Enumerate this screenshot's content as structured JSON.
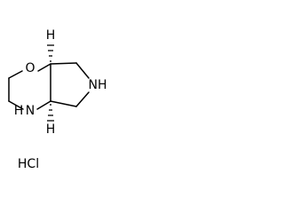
{
  "structure": {
    "ring_o": "O",
    "ring_nh_right": "NH",
    "ring_nh_left": "N",
    "ring_nh_left_h": "H",
    "stereo_h_top": "H",
    "stereo_h_bottom": "H"
  },
  "salt": "HCl"
}
